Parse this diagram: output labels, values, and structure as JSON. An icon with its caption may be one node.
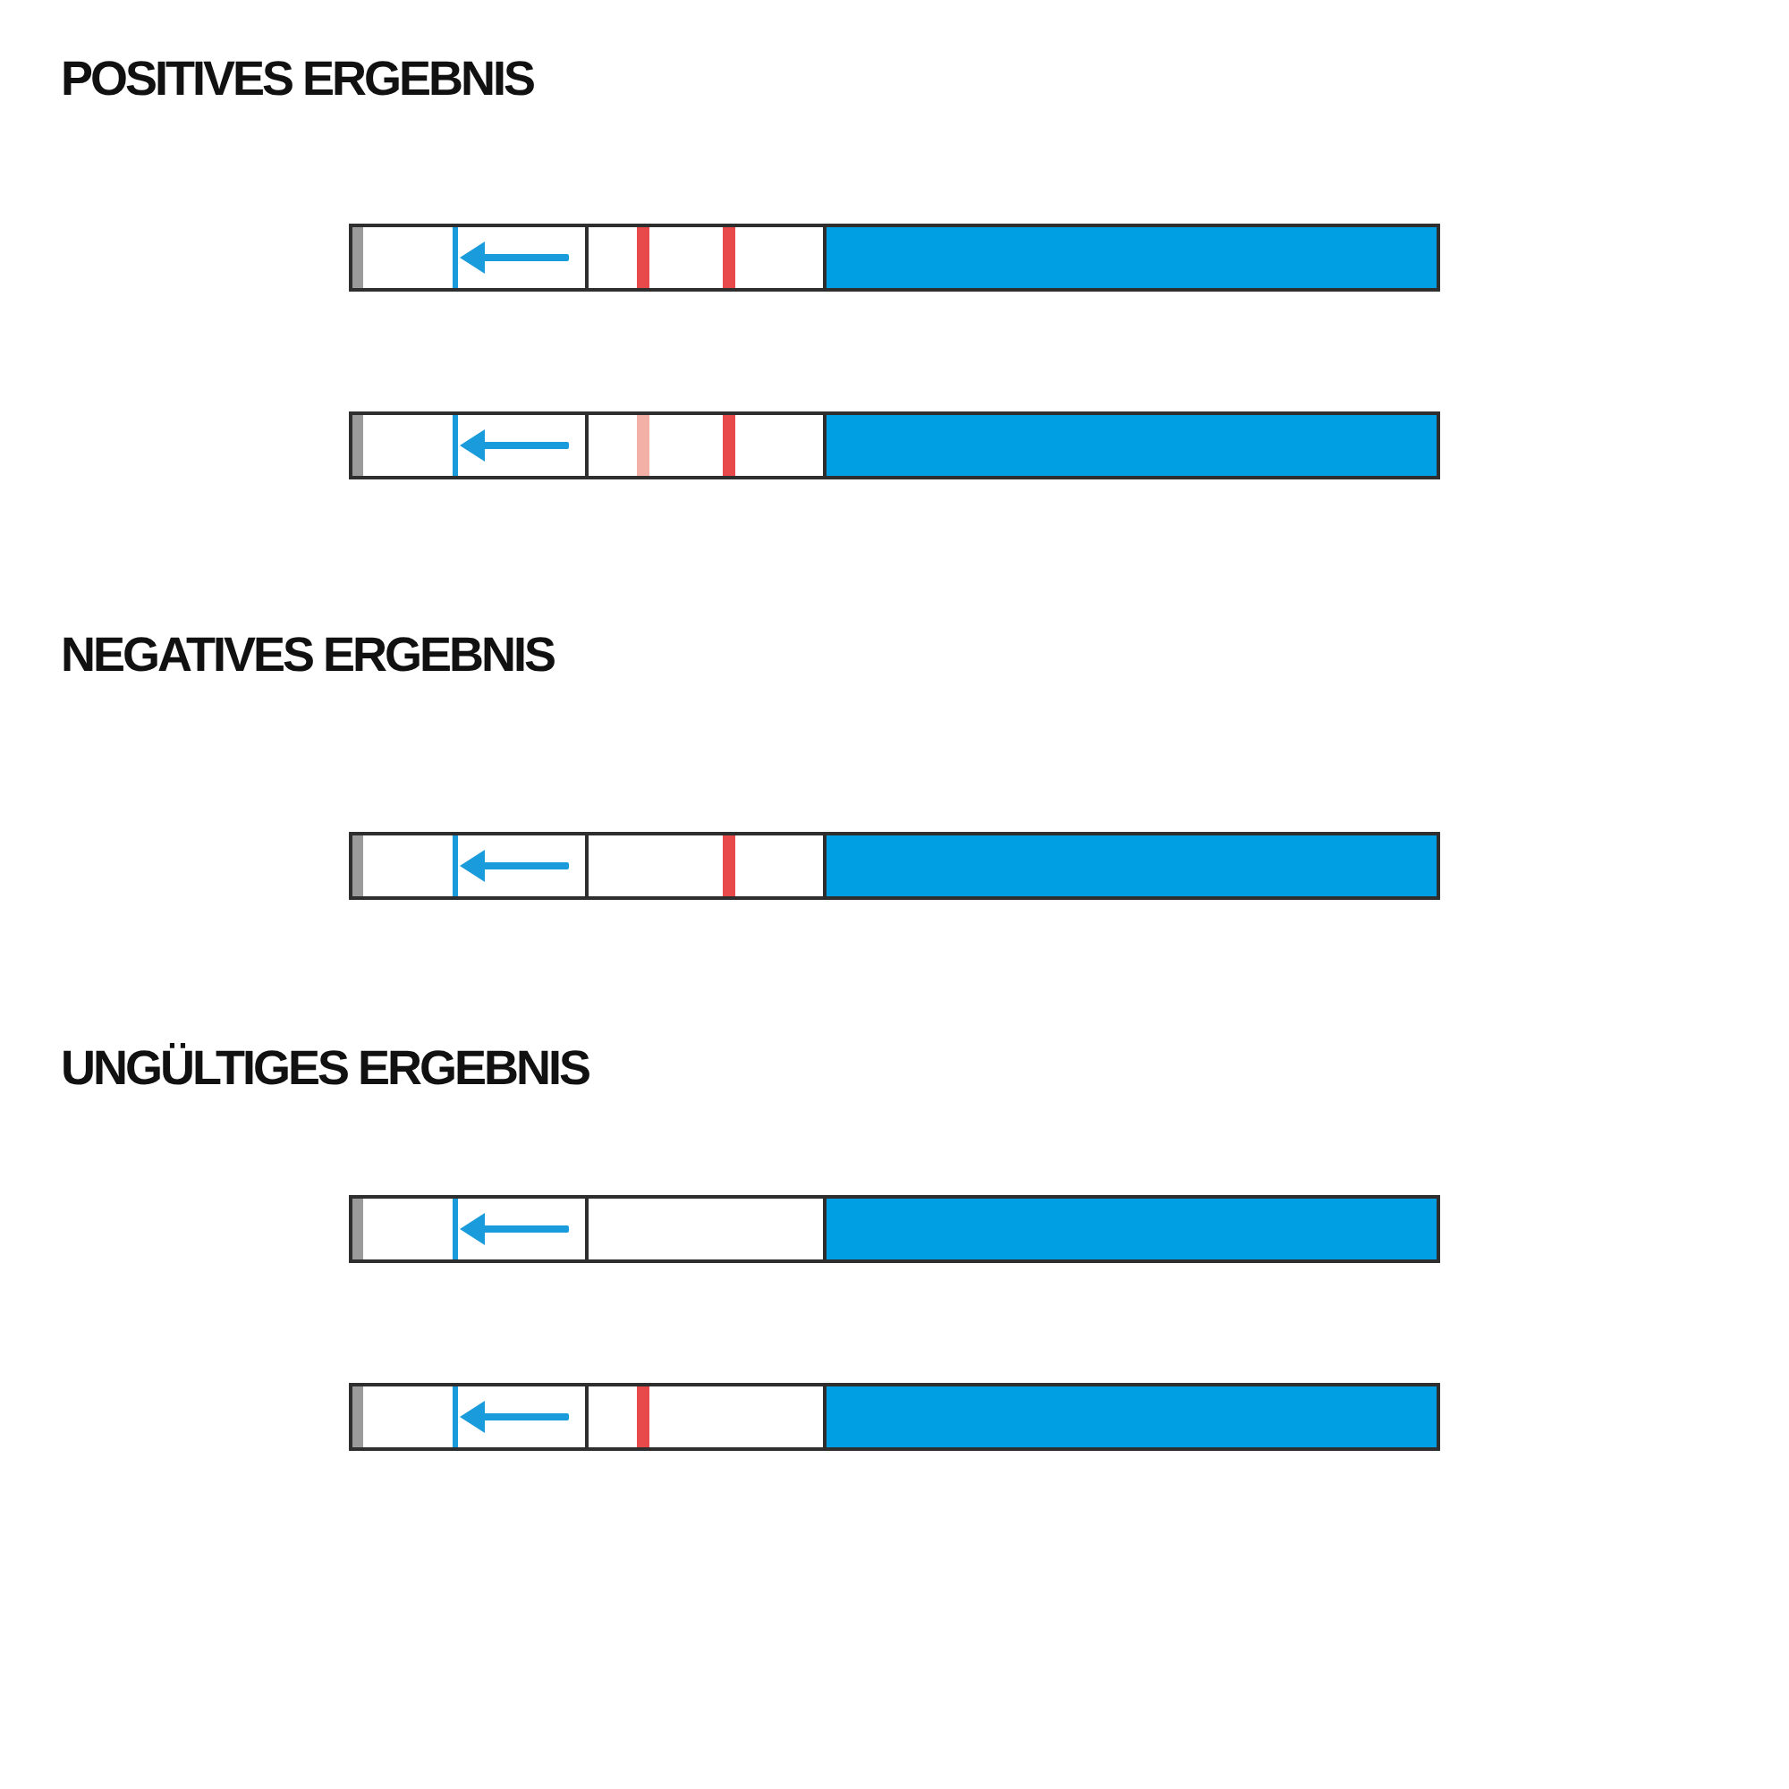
{
  "diagram": {
    "labels": [
      "POSITIVES ERGEBNIS",
      "NEGATIVES ERGEBNIS",
      "UNGÜLTIGES ERGEBNIS"
    ]
  }
}
